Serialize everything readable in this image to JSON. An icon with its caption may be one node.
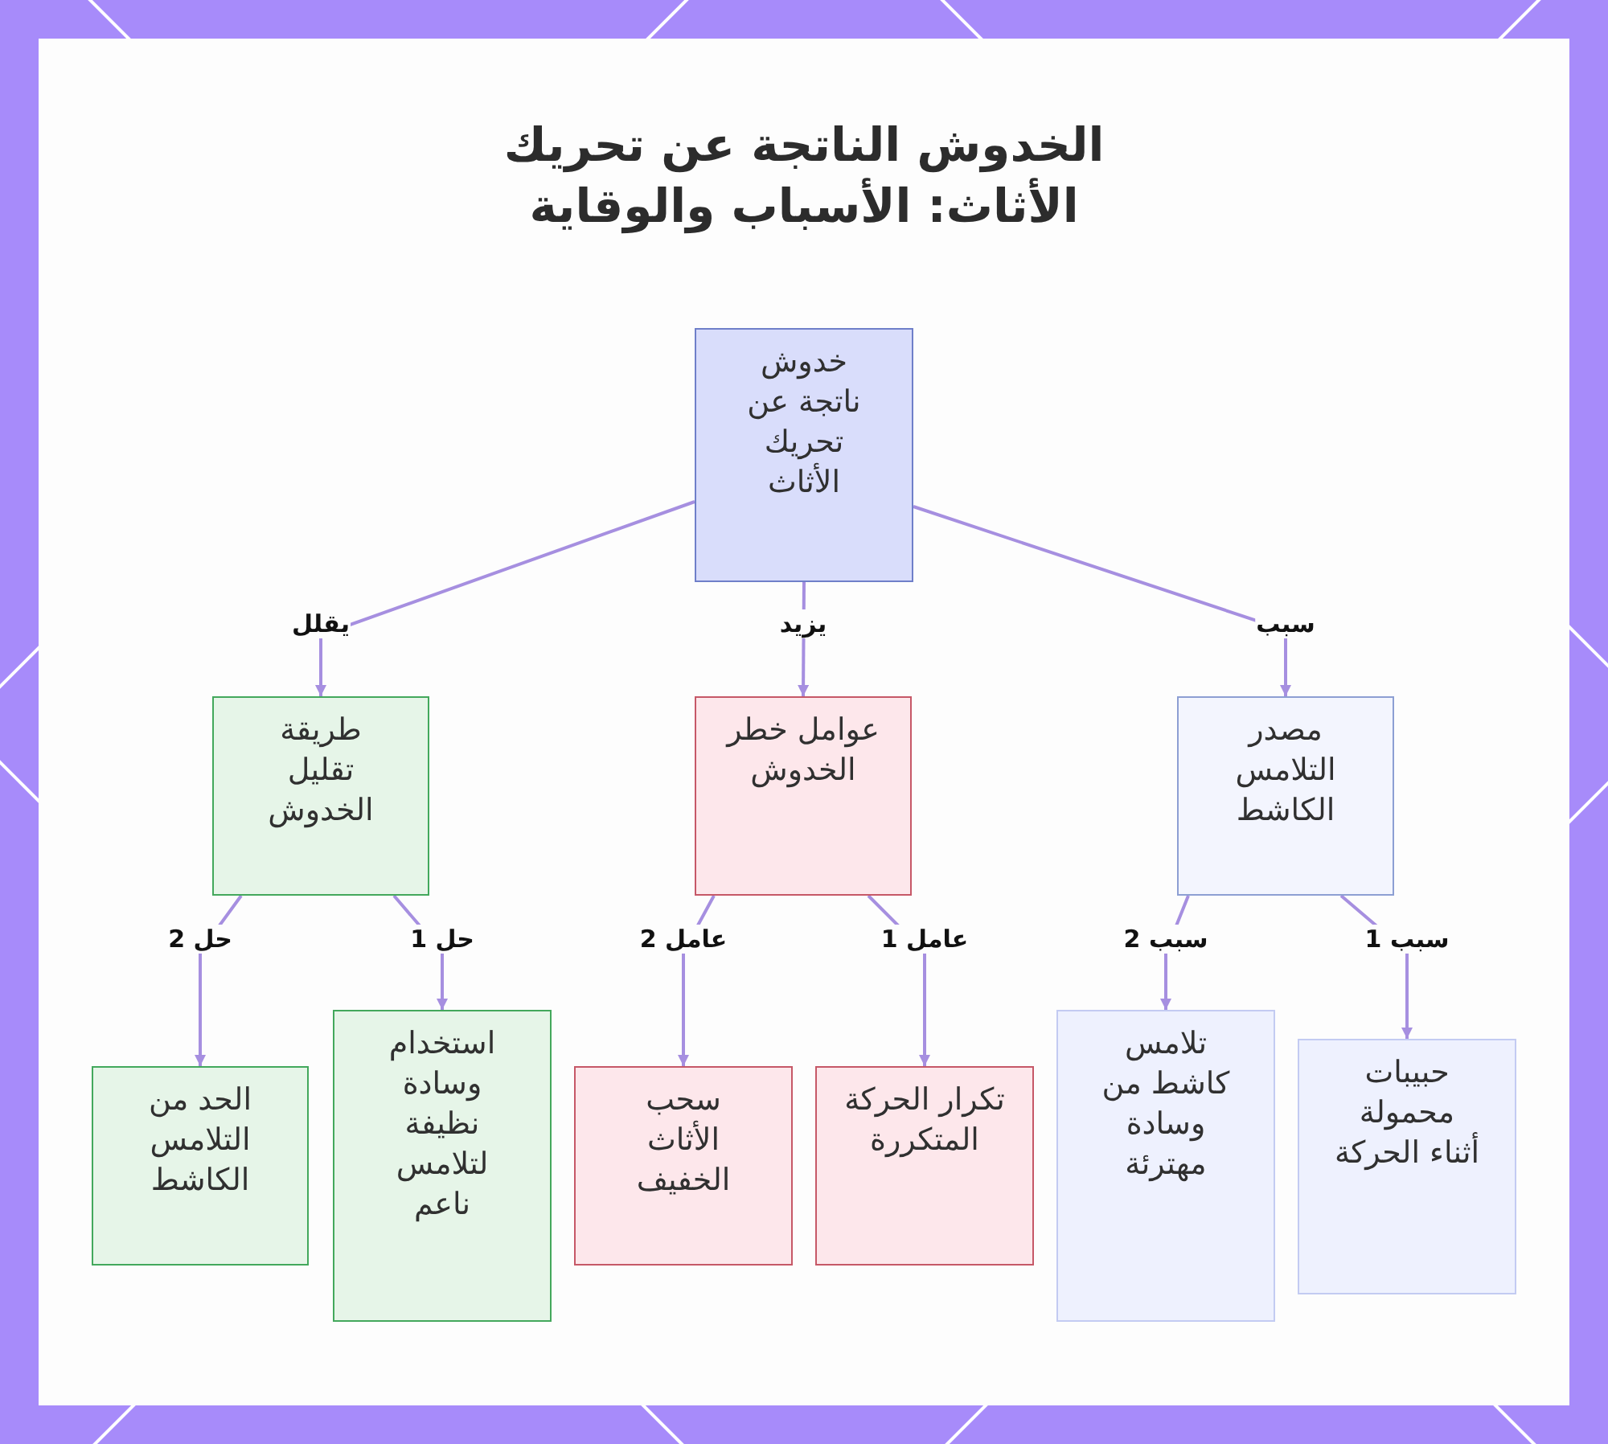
{
  "diagram": {
    "title": "الخدوش الناتجة عن تحريك الأثاث: الأسباب والوقاية",
    "nodes": [
      {
        "text": [
          "خدوش ناتجة عن تحريك الأثاث"
        ]
      },
      {
        "text": [
          "مصدر التلامس الكاشط"
        ]
      },
      {
        "text": [
          "عوامل خطر الخدوش"
        ]
      },
      {
        "text": [
          "طريقة تقليل الخدوش"
        ]
      },
      {
        "text": [
          "حبيبات محمولة أثناء الحركة"
        ]
      },
      {
        "text": [
          "تلامس كاشط من وسادة مهترئة"
        ]
      },
      {
        "text": [
          "تكرار الحركة المتكررة"
        ]
      },
      {
        "text": [
          "سحب الأثاث الخفيف"
        ]
      },
      {
        "text": [
          "استخدام وسادة نظيفة لتلامس ناعم"
        ]
      },
      {
        "text": [
          "الحد من التلامس الكاشط"
        ]
      }
    ],
    "edges": [
      {
        "from": 0,
        "to": 1,
        "arrow": "to",
        "label": "سبب"
      },
      {
        "from": 0,
        "to": 2,
        "arrow": "to",
        "label": "يزيد"
      },
      {
        "from": 0,
        "to": 3,
        "arrow": "to",
        "label": "يقلل"
      },
      {
        "from": 1,
        "to": 4,
        "arrow": "to",
        "label": "سبب 1"
      },
      {
        "from": 1,
        "to": 5,
        "arrow": "to",
        "label": "سبب 2"
      },
      {
        "from": 2,
        "to": 6,
        "arrow": "to",
        "label": "عامل 1"
      },
      {
        "from": 2,
        "to": 7,
        "arrow": "to",
        "label": "عامل 2"
      },
      {
        "from": 3,
        "to": 8,
        "arrow": "to",
        "label": "حل 1"
      },
      {
        "from": 3,
        "to": 9,
        "arrow": "to",
        "label": "حل 2"
      }
    ]
  }
}
